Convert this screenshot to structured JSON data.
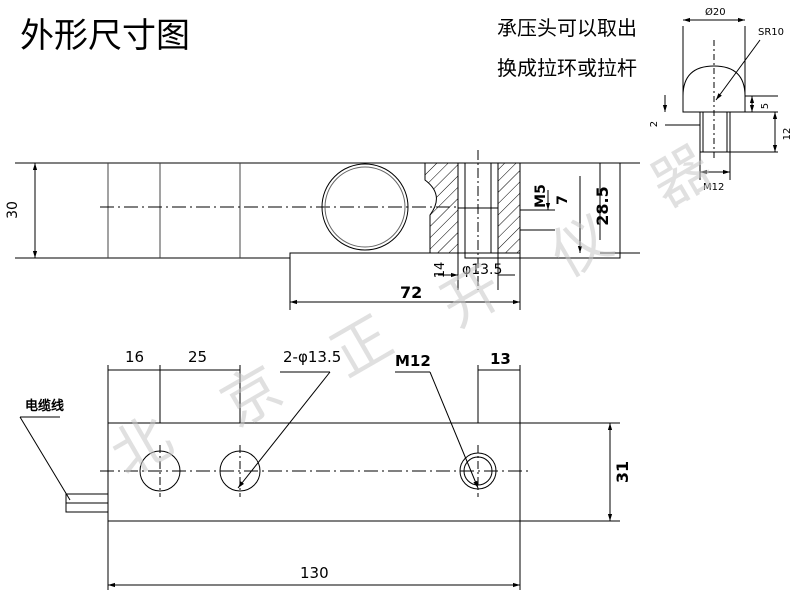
{
  "page_title": "外形尺寸图",
  "notes": [
    "承压头可以取出",
    "换成拉环或拉杆"
  ],
  "watermark": [
    "北",
    "京",
    "正",
    "开",
    "仪",
    "器"
  ],
  "side_view": {
    "height_label": "30",
    "bolt_label": "M5",
    "depth_label": "7",
    "offset_label": "28.5",
    "hole_depth_label": "14",
    "hole_dia_label": "φ13.5",
    "length_label": "72"
  },
  "top_view": {
    "dim_16": "16",
    "dim_25": "25",
    "holes_label": "2-φ13.5",
    "thread_label": "M12",
    "dim_13": "13",
    "width_label": "31",
    "length_label": "130",
    "cable_label": "电缆线"
  },
  "cap": {
    "dia_label": "Ø20",
    "radius_label": "SR10",
    "dim_5": "5",
    "dim_2": "2",
    "dim_12": "12",
    "thread_label": "M12"
  }
}
